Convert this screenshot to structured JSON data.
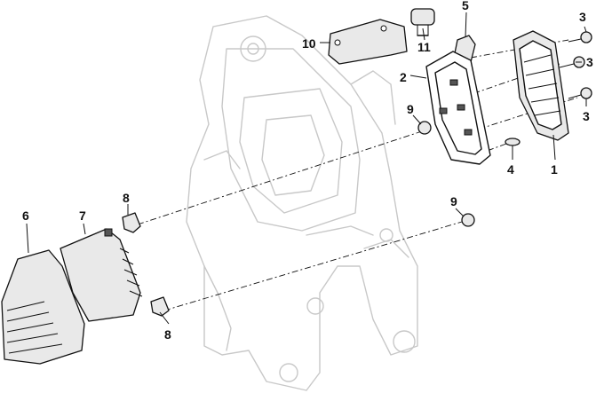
{
  "callouts": [
    {
      "id": "part-1",
      "label": "1"
    },
    {
      "id": "part-2",
      "label": "2"
    },
    {
      "id": "part-3a",
      "label": "3"
    },
    {
      "id": "part-3b",
      "label": "3"
    },
    {
      "id": "part-3c",
      "label": "3"
    },
    {
      "id": "part-4",
      "label": "4"
    },
    {
      "id": "part-5",
      "label": "5"
    },
    {
      "id": "part-6",
      "label": "6"
    },
    {
      "id": "part-7",
      "label": "7"
    },
    {
      "id": "part-8a",
      "label": "8"
    },
    {
      "id": "part-8b",
      "label": "8"
    },
    {
      "id": "part-9a",
      "label": "9"
    },
    {
      "id": "part-9b",
      "label": "9"
    },
    {
      "id": "part-10",
      "label": "10"
    },
    {
      "id": "part-11",
      "label": "11"
    }
  ],
  "colors": {
    "line": "#111111",
    "frame_ghost": "#c8c8c8",
    "part_shade": "#e9e9e9",
    "background": "#ffffff"
  }
}
